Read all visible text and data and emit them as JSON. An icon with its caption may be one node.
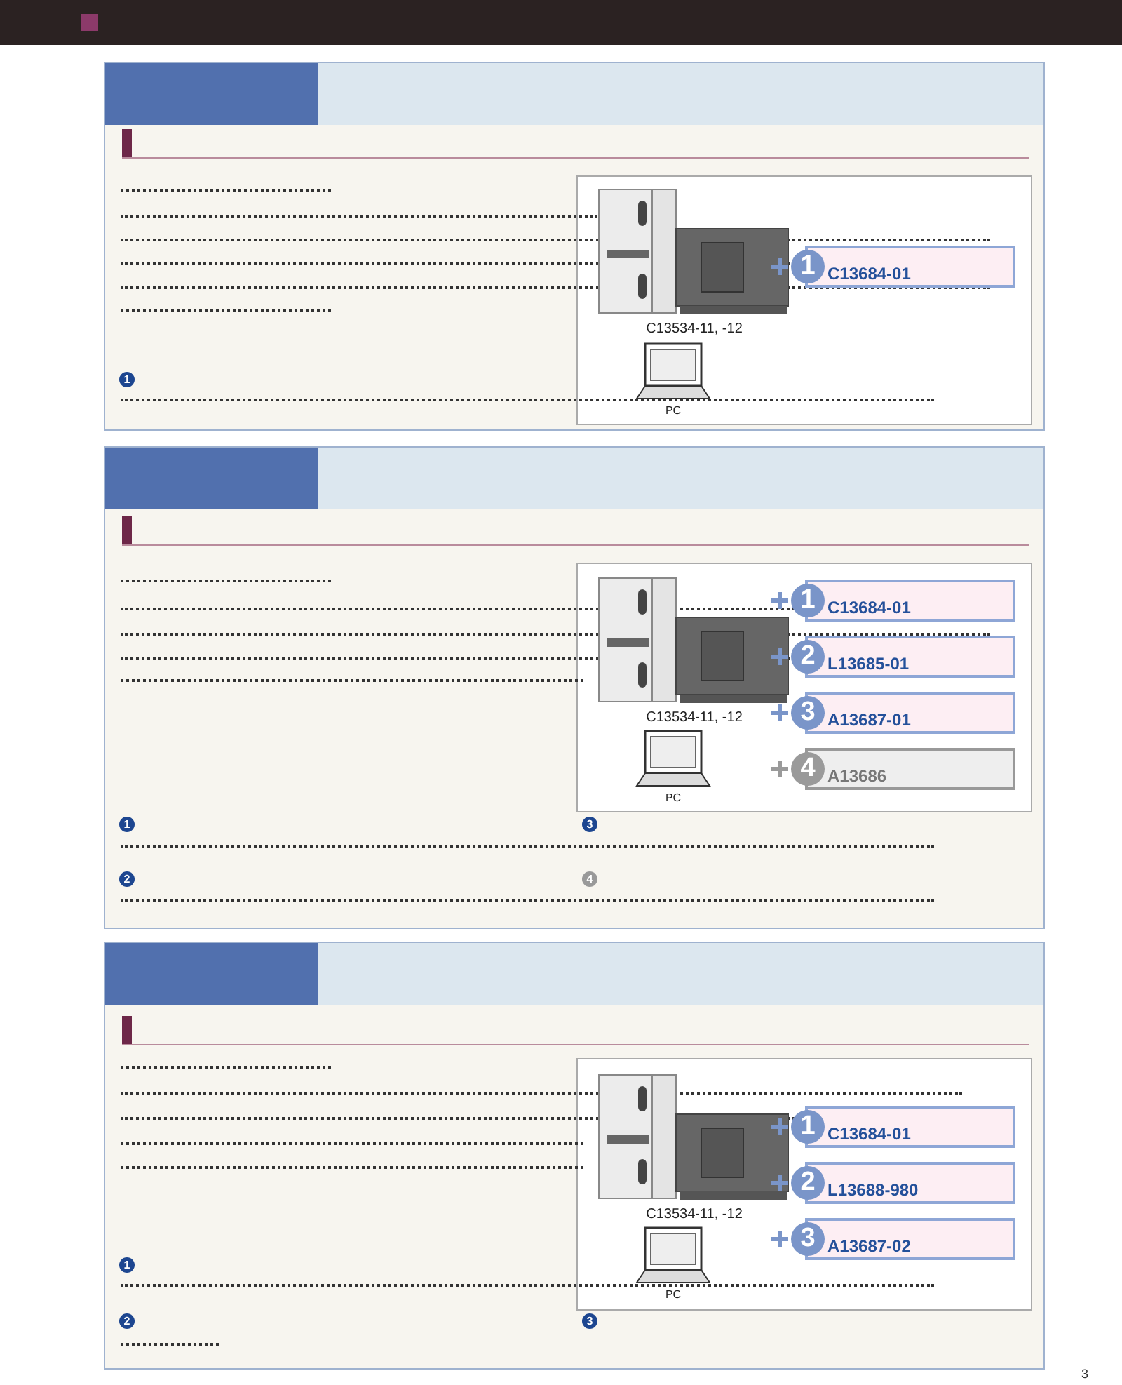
{
  "diagram": {
    "nodes": [
      {
        "text": [],
        "shape": "picture",
        "beside": [
          "C13534-11, -12"
        ]
      },
      {
        "text": [],
        "shape": "picture",
        "beside": [
          "PC"
        ]
      },
      {
        "text": [
          "1",
          "C13684-01"
        ]
      },
      {
        "text": [],
        "shape": "picture",
        "beside": [
          "C13534-11, -12"
        ]
      },
      {
        "text": [],
        "shape": "picture",
        "beside": [
          "PC"
        ]
      },
      {
        "text": [
          "1",
          "C13684-01"
        ]
      },
      {
        "text": [
          "2",
          "L13685-01"
        ]
      },
      {
        "text": [
          "3",
          "A13687-01"
        ]
      },
      {
        "text": [
          "4",
          "A13686"
        ]
      },
      {
        "text": [],
        "shape": "picture",
        "beside": [
          "C13534-11, -12"
        ]
      },
      {
        "text": [],
        "shape": "picture",
        "beside": [
          "PC"
        ]
      },
      {
        "text": [
          "1",
          "C13684-01"
        ]
      },
      {
        "text": [
          "2",
          "L13688-980"
        ]
      },
      {
        "text": [
          "3",
          "A13687-02"
        ]
      },
      {
        "text": [],
        "shape": "bar"
      },
      {
        "text": [],
        "shape": "bar"
      },
      {
        "text": [],
        "shape": "bar"
      },
      {
        "text": [],
        "shape": "bar"
      },
      {
        "text": [],
        "shape": "bar"
      },
      {
        "text": [],
        "shape": "bar"
      }
    ],
    "edges": [],
    "labels": [
      "1",
      "1",
      "3",
      "2",
      "4",
      "1",
      "2",
      "3",
      "3"
    ]
  }
}
